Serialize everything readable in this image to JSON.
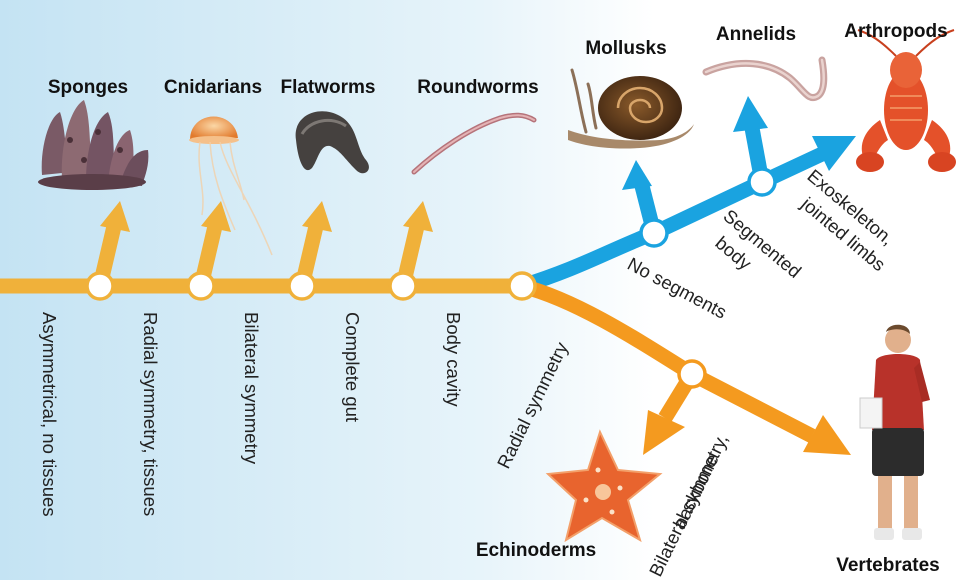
{
  "colors": {
    "trunk": "#f0b13a",
    "protostome_branch": "#1aa3e0",
    "deuterostome_branch": "#f49a1f",
    "node_fill": "#ffffff",
    "background_left": "#cce7f4"
  },
  "groups": {
    "sponges": "Sponges",
    "cnidarians": "Cnidarians",
    "flatworms": "Flatworms",
    "roundworms": "Roundworms",
    "mollusks": "Mollusks",
    "annelids": "Annelids",
    "arthropods": "Arthropods",
    "echinoderms": "Echinoderms",
    "vertebrates": "Vertebrates"
  },
  "characters": {
    "asymmetrical": "Asymmetrical, no tissues",
    "radial_tissues": "Radial symmetry, tissues",
    "bilateral": "Bilateral symmetry",
    "complete_gut": "Complete gut",
    "body_cavity": "Body cavity",
    "no_segments": "No segments",
    "segmented_1": "Segmented",
    "segmented_2": "body",
    "exo_1": "Exoskeleton,",
    "exo_2": "jointed limbs",
    "radial_symmetry": "Radial symmetry",
    "bilat_back_1": "Bilateral symmetry,",
    "bilat_back_2": "backbone"
  },
  "images": {
    "sponges": "sponge-image",
    "cnidarians": "jellyfish-image",
    "flatworms": "flatworm-image",
    "roundworms": "roundworm-image",
    "mollusks": "snail-image",
    "annelids": "earthworm-image",
    "arthropods": "lobster-image",
    "echinoderms": "sea-star-image",
    "vertebrates": "human-student-image"
  }
}
